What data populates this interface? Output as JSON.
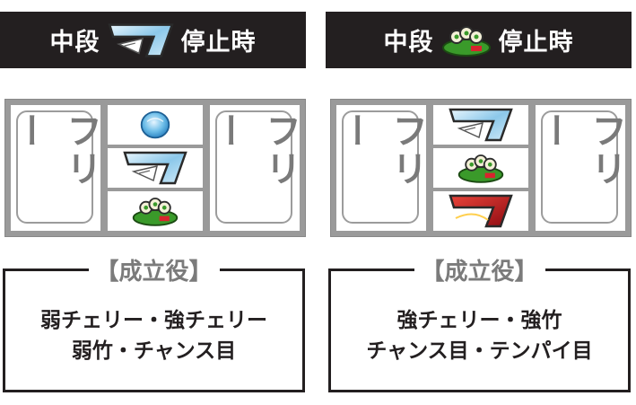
{
  "panels": [
    {
      "header": {
        "prefix": "中段",
        "suffix": "停止時",
        "symbol_icon": "seven-icon"
      },
      "reels": {
        "left_label": "フリー",
        "right_label": "フリー",
        "center_symbols": [
          "blue-orb-icon",
          "seven-icon",
          "cherry-icon"
        ]
      },
      "result": {
        "title": "【成立役】",
        "lines": [
          "弱チェリー・強チェリー",
          "弱竹・チャンス目"
        ]
      }
    },
    {
      "header": {
        "prefix": "中段",
        "suffix": "停止時",
        "symbol_icon": "cherry-icon"
      },
      "reels": {
        "left_label": "フリー",
        "right_label": "フリー",
        "center_symbols": [
          "seven-icon",
          "cherry-icon",
          "red-seven-icon"
        ]
      },
      "result": {
        "title": "【成立役】",
        "lines": [
          "強チェリー・強竹",
          "チャンス目・テンパイ目"
        ]
      }
    }
  ],
  "colors": {
    "header_bg": "#231f20",
    "reel_frame": "#9a9a9a",
    "title_gray": "#7b7b7b",
    "blue_seven": "#8cc8ea",
    "red_seven": "#c8102e",
    "cherry_green": "#3a9a2a"
  }
}
